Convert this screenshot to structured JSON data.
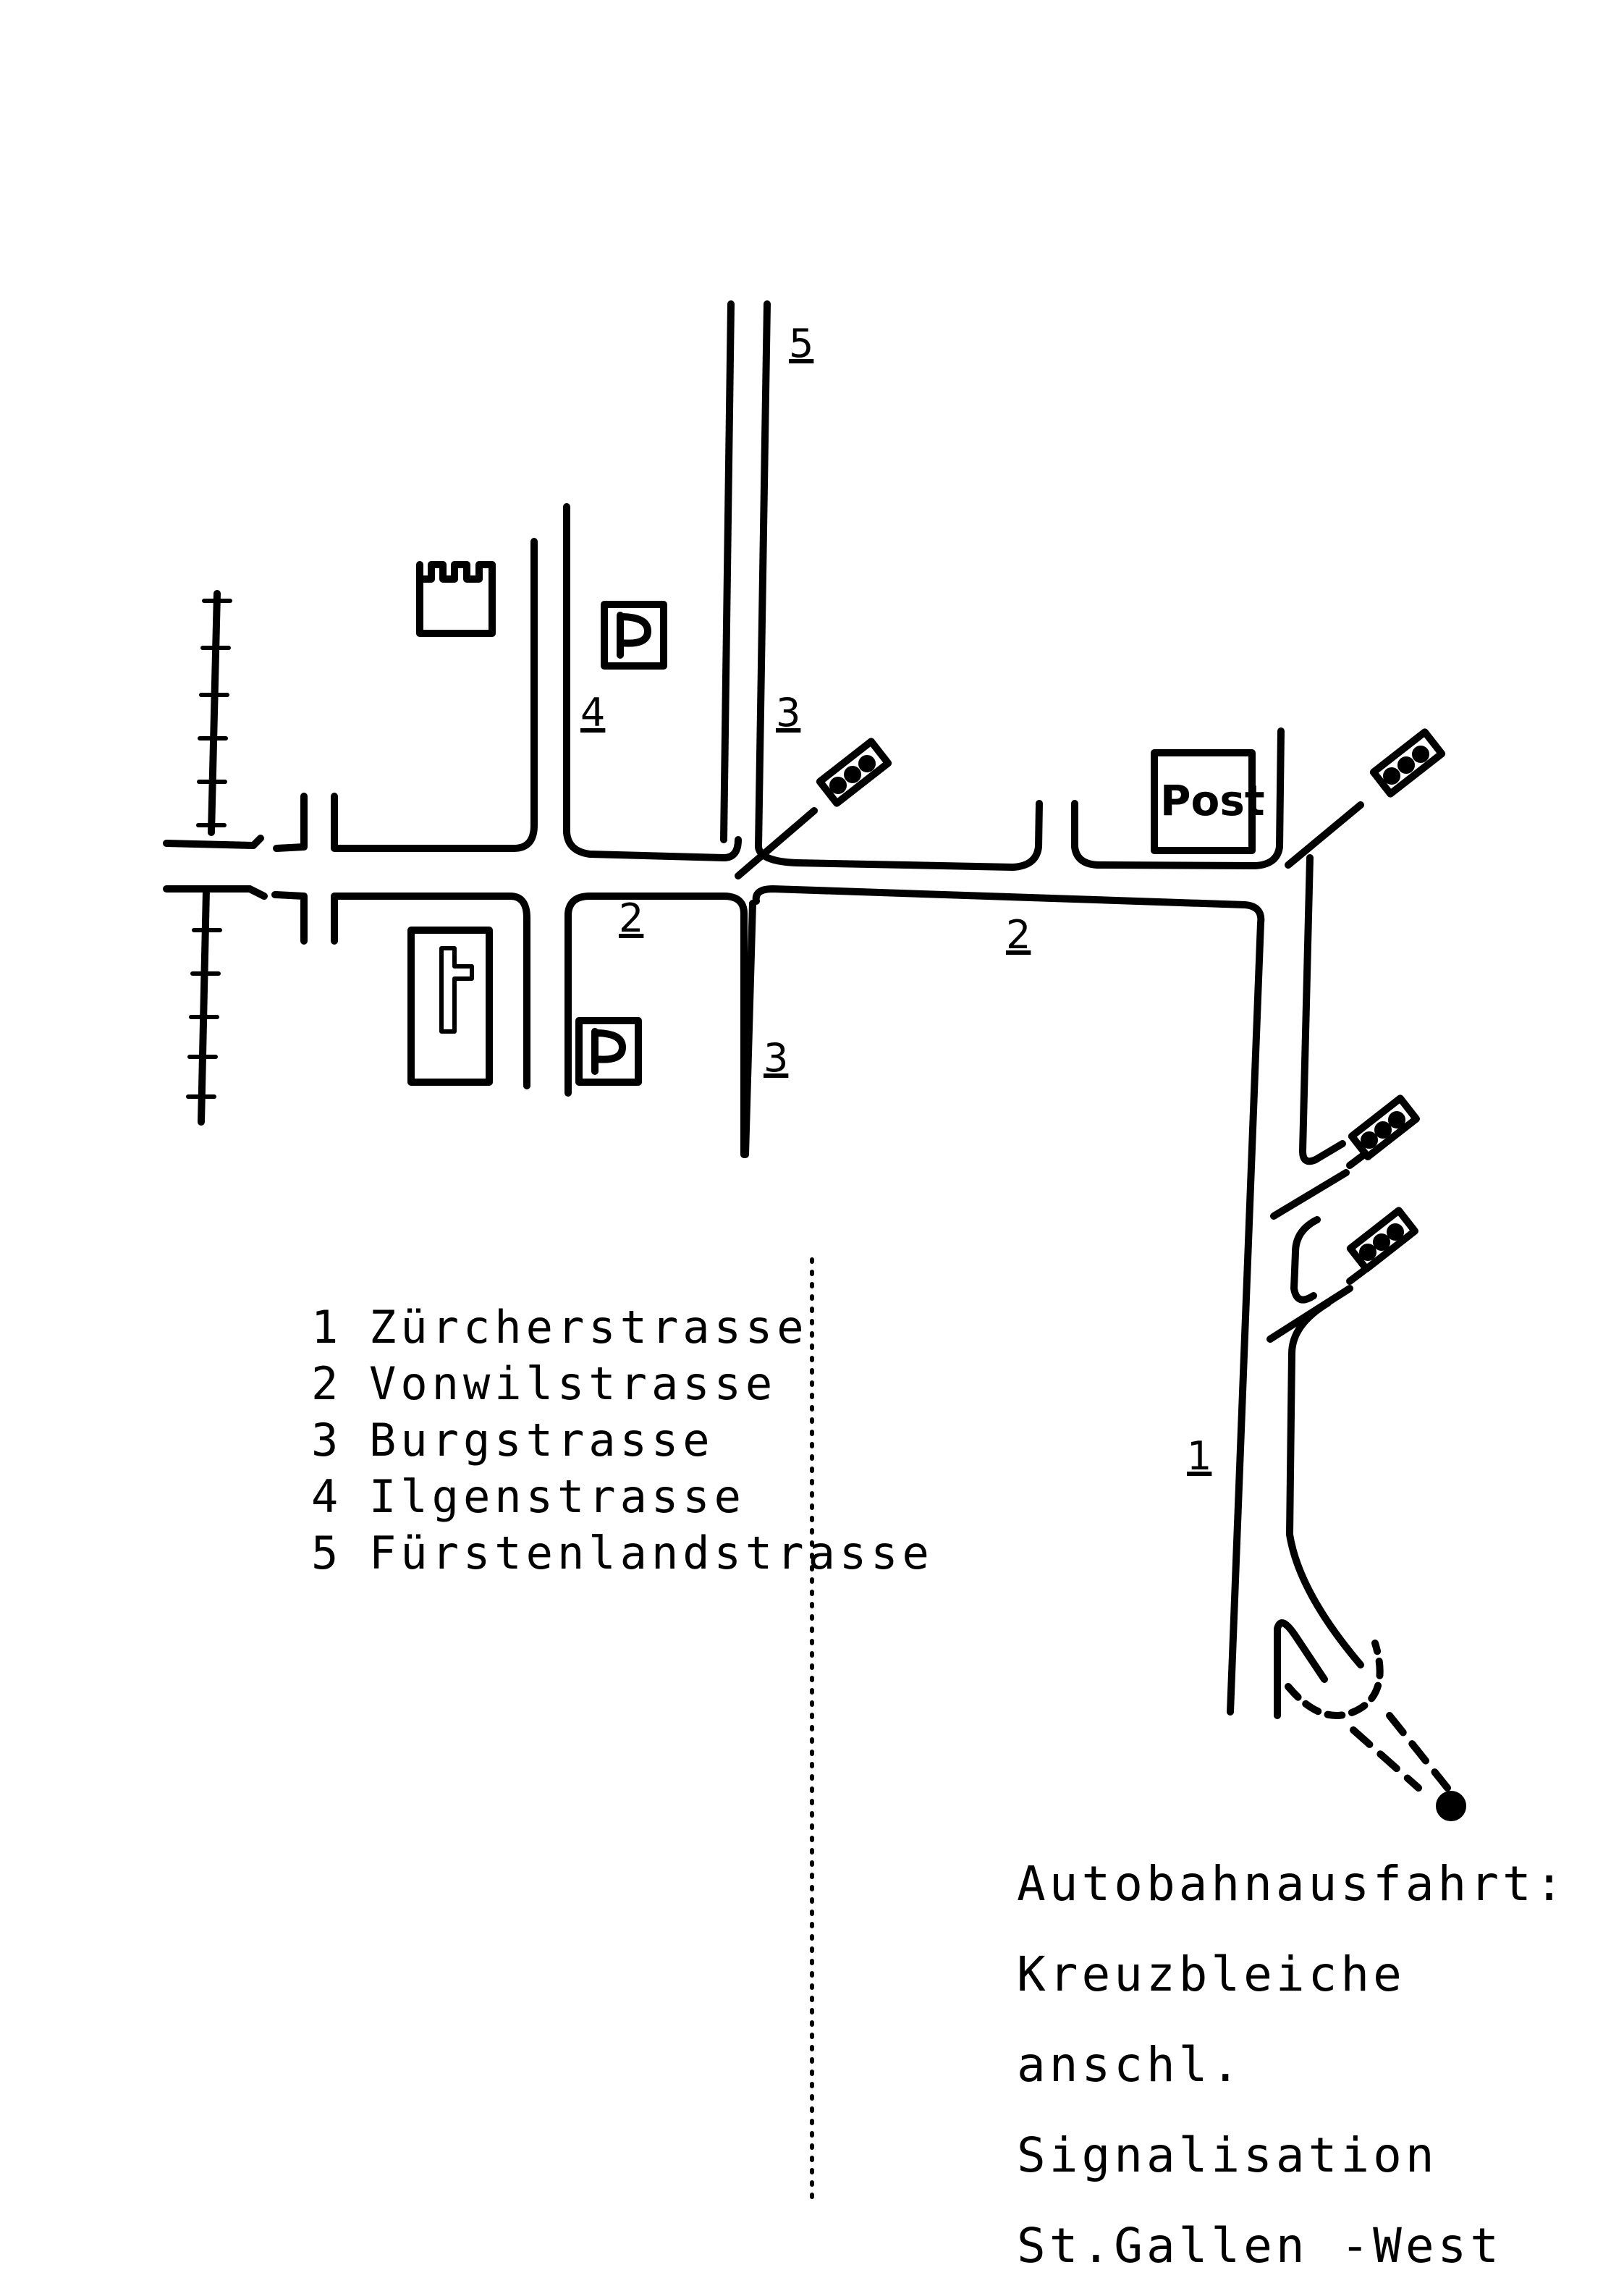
{
  "road_labels": {
    "r5": "5",
    "r4": "4",
    "r3_top": "3",
    "r3_bottom": "3",
    "r2_left": "2",
    "r2_right": "2",
    "r1": "1"
  },
  "places": {
    "post": "Post",
    "parking_top": "P",
    "parking_bottom": "P"
  },
  "icons": [
    "castle-icon",
    "church-cross-icon",
    "parking-icon",
    "post-office-icon",
    "traffic-light-icon",
    "railway-track-icon",
    "destination-dot-icon"
  ],
  "legend": [
    {
      "num": "1",
      "name": "Zürcherstrasse"
    },
    {
      "num": "2",
      "name": "Vonwilstrasse"
    },
    {
      "num": "3",
      "name": "Burgstrasse"
    },
    {
      "num": "4",
      "name": "Ilgenstrasse"
    },
    {
      "num": "5",
      "name": "Fürstenlandstrasse"
    }
  ],
  "exit_note": {
    "line1": "Autobahnausfahrt:",
    "line2": "Kreuzbleiche",
    "line3": "anschl. Signalisation",
    "line4": "St.Gallen -West"
  }
}
